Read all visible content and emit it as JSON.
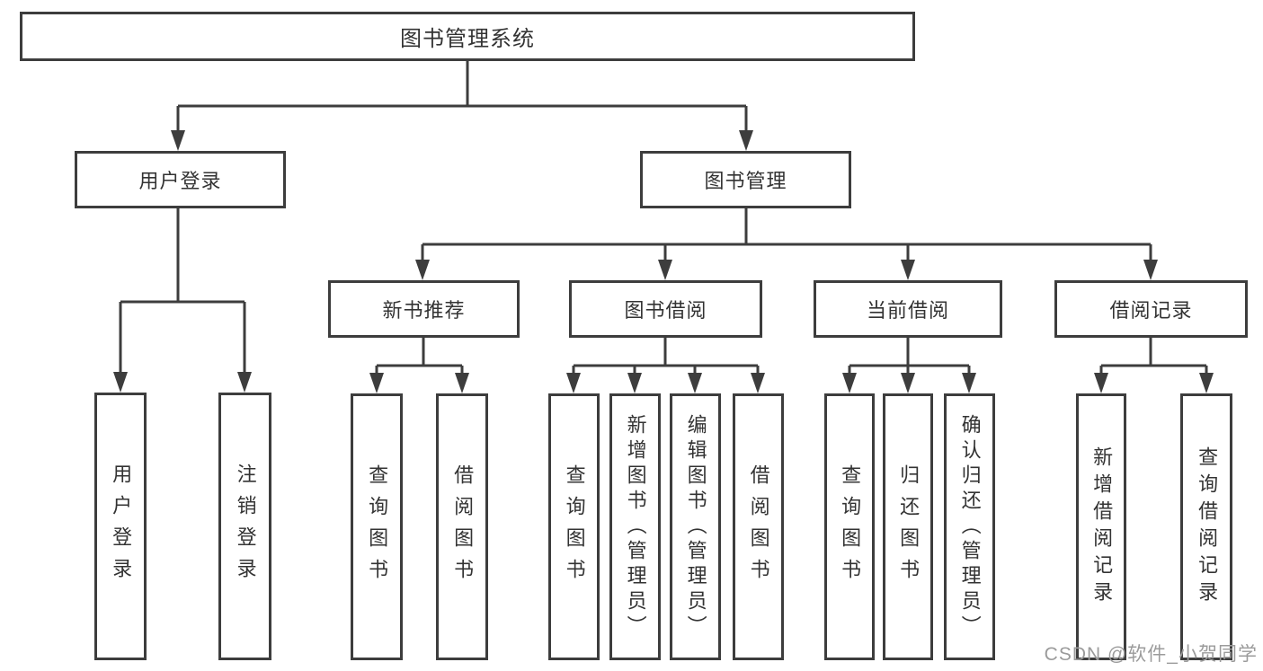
{
  "colors": {
    "line": "#3d3d3d",
    "box_border": "#3d3d3d",
    "text": "#333333",
    "watermark": "#9b9b9b",
    "background": "#ffffff"
  },
  "tree": {
    "root": {
      "label": "图书管理系统"
    },
    "branches": [
      {
        "label": "用户登录",
        "children": [
          {
            "label": "用户登录"
          },
          {
            "label": "注销登录"
          }
        ]
      },
      {
        "label": "图书管理",
        "children": [
          {
            "label": "新书推荐",
            "children": [
              {
                "label": "查询图书"
              },
              {
                "label": "借阅图书"
              }
            ]
          },
          {
            "label": "图书借阅",
            "children": [
              {
                "label": "查询图书"
              },
              {
                "label": "新增图书（管理员）"
              },
              {
                "label": "编辑图书（管理员）"
              },
              {
                "label": "借阅图书"
              }
            ]
          },
          {
            "label": "当前借阅",
            "children": [
              {
                "label": "查询图书"
              },
              {
                "label": "归还图书"
              },
              {
                "label": "确认归还（管理员）"
              }
            ]
          },
          {
            "label": "借阅记录",
            "children": [
              {
                "label": "新增借阅记录"
              },
              {
                "label": "查询借阅记录"
              }
            ]
          }
        ]
      }
    ]
  },
  "watermark": {
    "text": "CSDN @软件_小贺同学"
  }
}
